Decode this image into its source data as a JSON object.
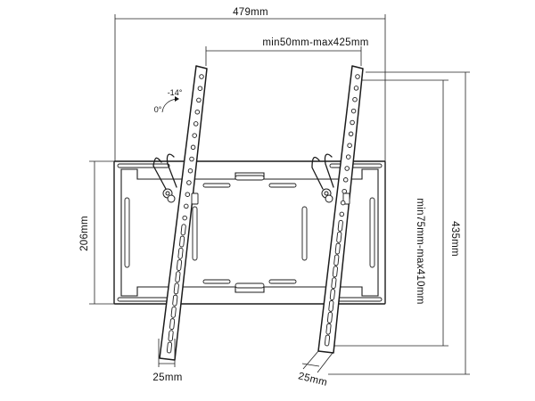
{
  "dimensions": {
    "total_width": "479mm",
    "arm_spacing": "min50mm-max425mm",
    "plate_height": "206mm",
    "total_height": "435mm",
    "vesa_height": "min75mm-max410mm",
    "arm_width_left": "25mm",
    "arm_width_right": "25mm"
  },
  "tilt": {
    "max_angle": "-14°",
    "min_angle": "0°"
  },
  "colors": {
    "line": "#1c1c1c",
    "background": "#ffffff"
  }
}
